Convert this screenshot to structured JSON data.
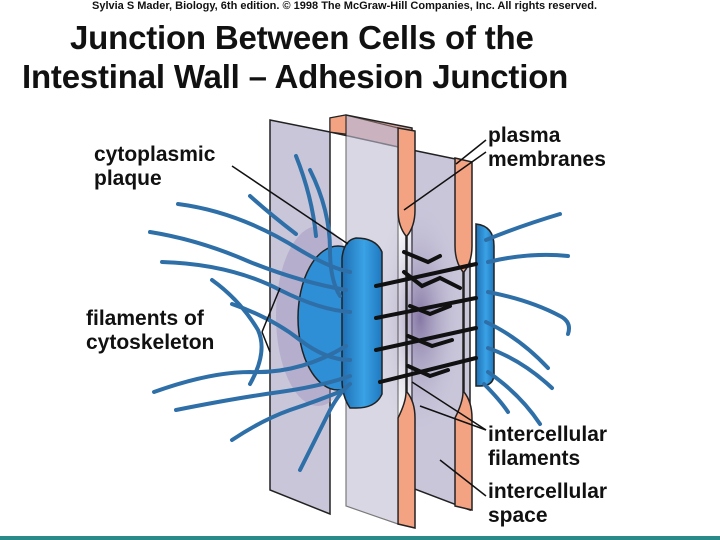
{
  "header": {
    "credit": "Sylvia S Mader, Biology, 6th edition. © 1998 The McGraw-Hill Companies, Inc. All rights reserved.",
    "title_line1": "Junction Between Cells of the",
    "title_line2": "Intestinal Wall – Adhesion Junction"
  },
  "labels": {
    "cytoplasmic_plaque": [
      "cytoplasmic",
      "plaque"
    ],
    "plasma_membranes": [
      "plasma",
      "membranes"
    ],
    "filaments_of_cytoskeleton": [
      "filaments of",
      "cytoskeleton"
    ],
    "intercellular_filaments": [
      "intercellular",
      "filaments"
    ],
    "intercellular_space": [
      "intercellular",
      "space"
    ]
  },
  "colors": {
    "membrane_face": "#c9c6da",
    "membrane_edge": "#f4a382",
    "plaque": "#2f8fd6",
    "filament": "#2f6fa8",
    "space_shadow": "#8a7aa8",
    "rule": "#2a8a8a"
  }
}
